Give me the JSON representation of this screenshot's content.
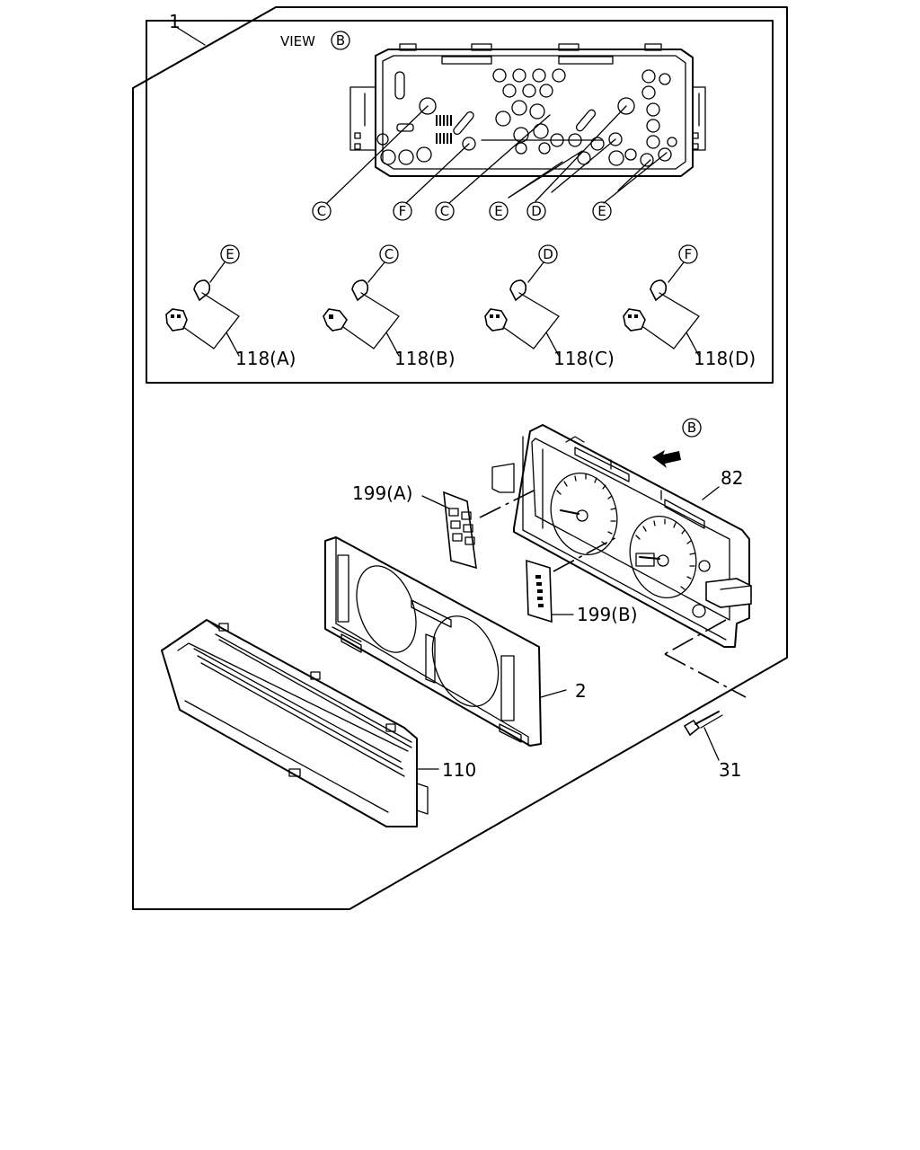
{
  "diagram": {
    "view_label": "VIEW",
    "view_mark": "B",
    "arrow_mark": "B",
    "part_labels": {
      "p1": "1",
      "p2": "2",
      "p31": "31",
      "p82": "82",
      "p110": "110",
      "p118a": "118(A)",
      "p118b": "118(B)",
      "p118c": "118(C)",
      "p118d": "118(D)",
      "p199a": "199(A)",
      "p199b": "199(B)"
    },
    "bulb_callouts": [
      "C",
      "F",
      "C",
      "E",
      "D",
      "E"
    ],
    "socket_bulb_marks": [
      "E",
      "C",
      "D",
      "F"
    ]
  }
}
